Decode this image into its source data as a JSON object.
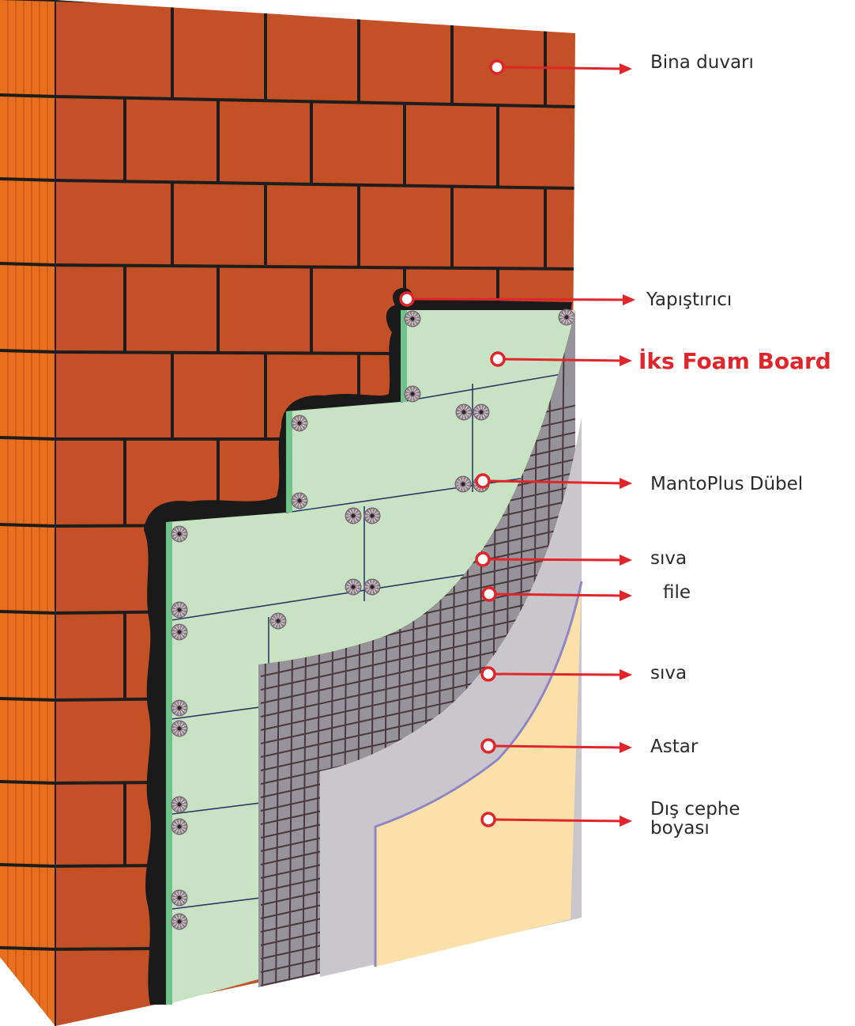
{
  "colors": {
    "brick_face": "#c35027",
    "brick_side": "#e86f1e",
    "mortar": "#1d1d1b",
    "adhesive": "#1a1a1a",
    "foam_board": "#c8e3c3",
    "foam_edge": "#6fc28a",
    "render_coat_1": "#97939b",
    "mesh": "#4a3a3e",
    "render_coat_2": "#c9c7cc",
    "primer_line": "#8f86c5",
    "facade_paint": "#fce0aa",
    "dowel": "#8e7f88",
    "pointer": "#e0252b",
    "label_text": "#2b2b2b",
    "highlight_label": "#e0252b"
  },
  "labels": [
    {
      "id": "building-wall",
      "icon": "pointer-arrow-icon",
      "text": "Bina duvarı"
    },
    {
      "id": "adhesive",
      "icon": "pointer-arrow-icon",
      "text": "Yapıştırıcı"
    },
    {
      "id": "foam-board",
      "icon": "pointer-arrow-icon",
      "text": "İks Foam Board",
      "highlight": true
    },
    {
      "id": "dowel",
      "icon": "pointer-arrow-icon",
      "text": "MantoPlus Dübel"
    },
    {
      "id": "render-1",
      "icon": "pointer-arrow-icon",
      "text": "sıva"
    },
    {
      "id": "mesh",
      "icon": "pointer-arrow-icon",
      "text": "file"
    },
    {
      "id": "render-2",
      "icon": "pointer-arrow-icon",
      "text": "sıva"
    },
    {
      "id": "primer",
      "icon": "pointer-arrow-icon",
      "text": "Astar"
    },
    {
      "id": "facade-paint",
      "icon": "pointer-arrow-icon",
      "text": [
        "Dış cephe",
        "boyası"
      ]
    }
  ]
}
